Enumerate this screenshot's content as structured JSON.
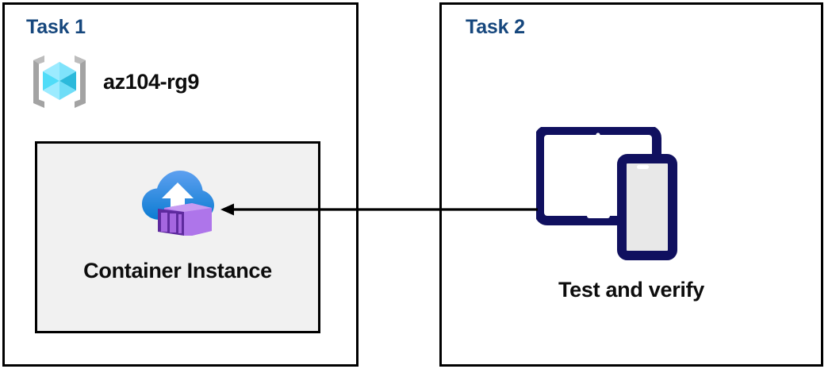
{
  "diagram": {
    "title": "Azure AZ-104 lab diagram: deploy container instance and test",
    "background": "#ffffff",
    "border_color": "#000000"
  },
  "panels": [
    {
      "id": "task1",
      "title": "Task 1",
      "title_color": "#16477D",
      "resource_group": {
        "icon": "azure-resource-group-icon",
        "label": "az104-rg9",
        "cube_color_light": "#9CEBFF",
        "cube_color_mid": "#32D4F5",
        "cube_color_dark": "#1FB8D9",
        "bracket_color": "#A3A3A3"
      },
      "card": {
        "icon": "azure-container-instance-icon",
        "label": "Container Instance",
        "background": "#f1f1f1",
        "border_color": "#000000",
        "cloud_color_top": "#5B9BEE",
        "cloud_color_bottom": "#0F7FD4",
        "box_color_light": "#B77DEB",
        "box_color_dark": "#5E2A9E",
        "arrow_color": "#ffffff"
      }
    },
    {
      "id": "task2",
      "title": "Task 2",
      "title_color": "#16477D",
      "devices": {
        "icon": "tablet-and-phone-icon",
        "label": "Test and verify",
        "outline_color": "#10105F",
        "tablet_screen_color": "#ffffff",
        "phone_screen_color": "#E8E8E8"
      }
    }
  ],
  "connector": {
    "name": "flow-arrow",
    "direction": "right-to-left",
    "color": "#000000",
    "from": "Test and verify",
    "to": "Container Instance"
  }
}
